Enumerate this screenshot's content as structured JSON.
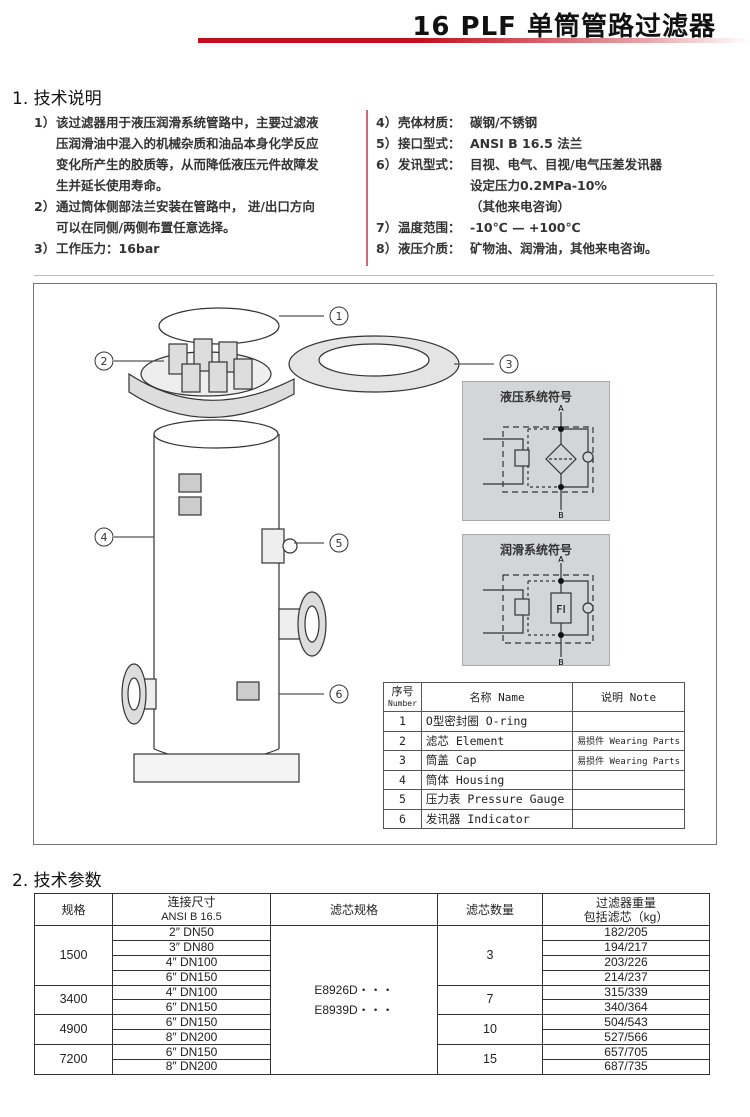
{
  "header": {
    "title": "16 PLF 单筒管路过滤器"
  },
  "section1": {
    "title": "1. 技术说明",
    "left": [
      {
        "n": "1）",
        "lines": [
          "该过滤器用于液压润滑系统管路中，主要过滤液",
          "压润滑油中混入的机械杂质和油品本身化学反应",
          "变化所产生的胶质等，从而降低液压元件故障发",
          "生并延长使用寿命。"
        ]
      },
      {
        "n": "2）",
        "lines": [
          "通过筒体侧部法兰安装在管路中， 进/出口方向",
          "可以在同侧/两侧布置任意选择。"
        ]
      },
      {
        "n": "3）",
        "lines": [
          "工作压力：16bar"
        ]
      }
    ],
    "right": [
      {
        "n": "4）",
        "label": "壳体材质：",
        "lines": [
          "碳钢/不锈钢"
        ]
      },
      {
        "n": "5）",
        "label": "接口型式：",
        "lines": [
          "ANSI B 16.5 法兰"
        ]
      },
      {
        "n": "6）",
        "label": "发讯型式：",
        "lines": [
          "目视、电气、目视/电气压差发讯器",
          "设定压力0.2MPa-10%",
          "（其他来电咨询）"
        ]
      },
      {
        "n": "7）",
        "label": "温度范围：",
        "lines": [
          "-10℃ — +100℃"
        ]
      },
      {
        "n": "8）",
        "label": "液压介质：",
        "lines": [
          "矿物油、润滑油，其他来电咨询。"
        ]
      }
    ]
  },
  "diagram": {
    "callouts": [
      "1",
      "2",
      "3",
      "4",
      "5",
      "6"
    ],
    "symbol_hydraulic": {
      "title": "液压系统符号",
      "port_a": "A",
      "port_b": "B"
    },
    "symbol_lube": {
      "title": "润滑系统符号",
      "port_a": "A",
      "port_b": "B",
      "fi": "FI"
    }
  },
  "parts_table": {
    "headers": {
      "number": "序号",
      "number_en": "Number",
      "name": "名称 Name",
      "note": "说明 Note"
    },
    "rows": [
      {
        "no": "1",
        "name": "O型密封圈 O-ring",
        "note": ""
      },
      {
        "no": "2",
        "name": "滤芯 Element",
        "note": "易损件 Wearing Parts"
      },
      {
        "no": "3",
        "name": "筒盖 Cap",
        "note": "易损件 Wearing Parts"
      },
      {
        "no": "4",
        "name": "筒体 Housing",
        "note": ""
      },
      {
        "no": "5",
        "name": "压力表 Pressure Gauge",
        "note": ""
      },
      {
        "no": "6",
        "name": "发讯器 Indicator",
        "note": ""
      }
    ]
  },
  "section2": {
    "title": "2. 技术参数",
    "headers": {
      "spec": "规格",
      "conn": "连接尺寸",
      "conn2": "ANSI B 16.5",
      "element": "滤芯规格",
      "qty": "滤芯数量",
      "weight": "过滤器重量",
      "weight2": "包括滤芯（kg）"
    },
    "element_specs": [
      "E8926D・・・",
      "E8939D・・・"
    ],
    "groups": [
      {
        "spec": "1500",
        "qty": "3",
        "rows": [
          {
            "conn": "2″ DN50",
            "weight": "182/205"
          },
          {
            "conn": "3″ DN80",
            "weight": "194/217"
          },
          {
            "conn": "4″ DN100",
            "weight": "203/226"
          },
          {
            "conn": "6″ DN150",
            "weight": "214/237"
          }
        ]
      },
      {
        "spec": "3400",
        "qty": "7",
        "rows": [
          {
            "conn": "4″ DN100",
            "weight": "315/339"
          },
          {
            "conn": "6″ DN150",
            "weight": "340/364"
          }
        ]
      },
      {
        "spec": "4900",
        "qty": "10",
        "rows": [
          {
            "conn": "6″ DN150",
            "weight": "504/543"
          },
          {
            "conn": "8″ DN200",
            "weight": "527/566"
          }
        ]
      },
      {
        "spec": "7200",
        "qty": "15",
        "rows": [
          {
            "conn": "6″ DN150",
            "weight": "657/705"
          },
          {
            "conn": "8″ DN200",
            "weight": "687/735"
          }
        ]
      }
    ]
  }
}
